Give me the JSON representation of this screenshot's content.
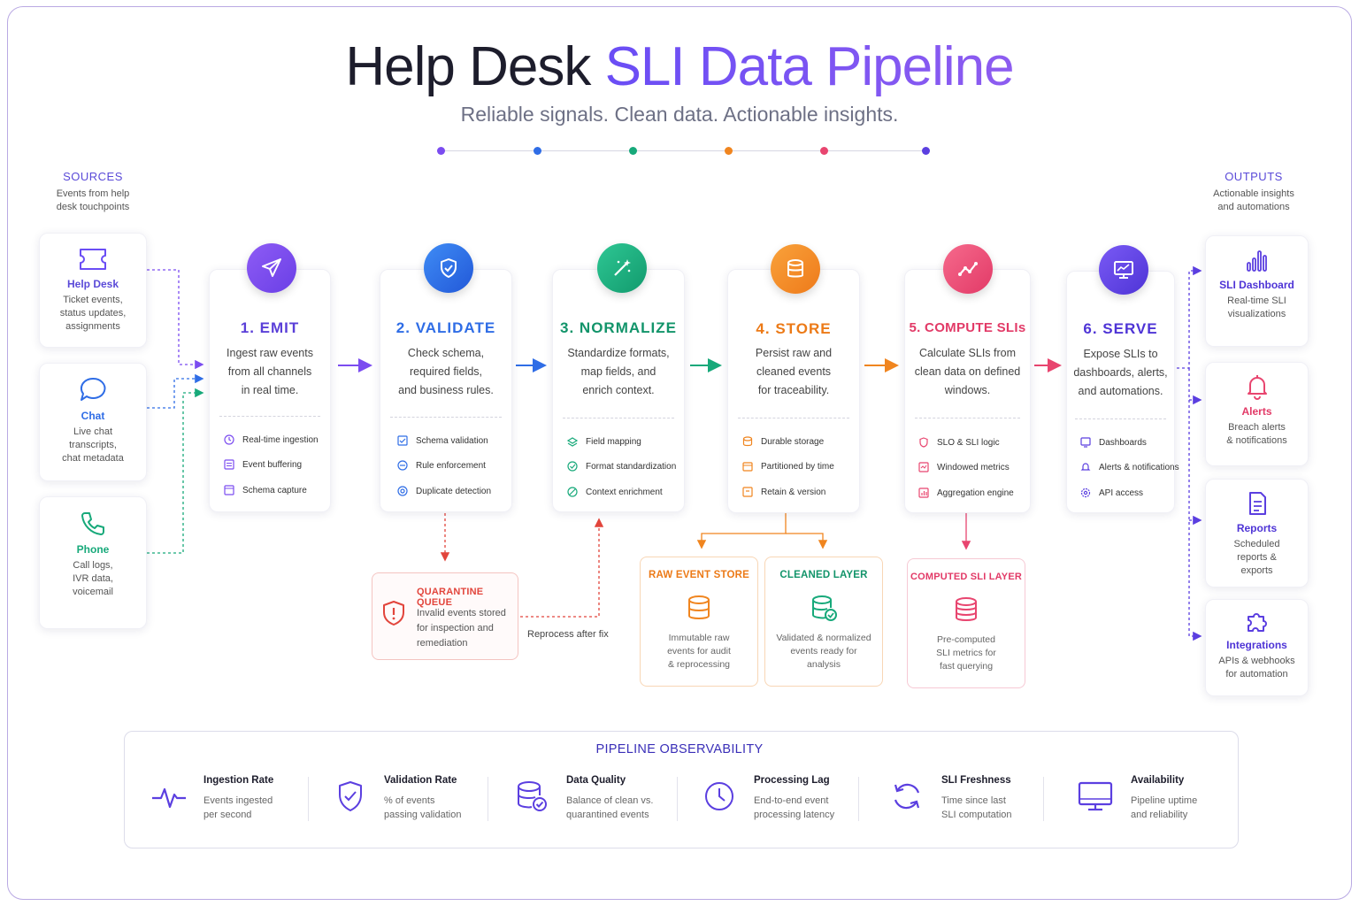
{
  "header": {
    "title_plain": "Help Desk ",
    "title_accent": "SLI Data Pipeline",
    "subtitle": "Reliable signals. Clean data. Actionable insights."
  },
  "colors": {
    "emit": "#7b4cf0",
    "validate": "#2f6de6",
    "normalize": "#17a97a",
    "store": "#f0851f",
    "compute": "#e8456f",
    "serve": "#5b3fe0",
    "quarantine": "#e2453c",
    "accent": "#5a4ad8"
  },
  "sources": {
    "heading": "SOURCES",
    "subheading_line1": "Events from help",
    "subheading_line2": "desk touchpoints",
    "items": [
      {
        "name": "Help Desk",
        "icon": "ticket-icon",
        "line1": "Ticket events,",
        "line2": "status updates,",
        "line3": "assignments"
      },
      {
        "name": "Chat",
        "icon": "chat-bubble-icon",
        "line1": "Live chat",
        "line2": "transcripts,",
        "line3": "chat metadata"
      },
      {
        "name": "Phone",
        "icon": "phone-icon",
        "line1": "Call logs,",
        "line2": "IVR data,",
        "line3": "voicemail"
      }
    ]
  },
  "stages": [
    {
      "title": "1. EMIT",
      "icon": "paper-plane-icon",
      "desc1": "Ingest raw events",
      "desc2": "from all channels",
      "desc3": "in real time.",
      "features": [
        "Real-time ingestion",
        "Event buffering",
        "Schema capture"
      ]
    },
    {
      "title": "2. VALIDATE",
      "icon": "shield-check-icon",
      "desc1": "Check schema,",
      "desc2": "required fields,",
      "desc3": "and business rules.",
      "features": [
        "Schema validation",
        "Rule enforcement",
        "Duplicate detection"
      ]
    },
    {
      "title": "3. NORMALIZE",
      "icon": "magic-wand-icon",
      "desc1": "Standardize formats,",
      "desc2": "map fields, and",
      "desc3": "enrich context.",
      "features": [
        "Field mapping",
        "Format standardization",
        "Context enrichment"
      ]
    },
    {
      "title": "4. STORE",
      "icon": "database-icon",
      "desc1": "Persist raw and",
      "desc2": "cleaned events",
      "desc3": "for traceability.",
      "features": [
        "Durable storage",
        "Partitioned by time",
        "Retain & version"
      ]
    },
    {
      "title": "5. COMPUTE SLIs",
      "icon": "trend-line-icon",
      "desc1": "Calculate SLIs from",
      "desc2": "clean data on defined",
      "desc3": "windows.",
      "features": [
        "SLO & SLI logic",
        "Windowed metrics",
        "Aggregation engine"
      ]
    },
    {
      "title": "6. SERVE",
      "icon": "monitor-chart-icon",
      "desc1": "Expose SLIs to",
      "desc2": "dashboards, alerts,",
      "desc3": "and automations.",
      "features": [
        "Dashboards",
        "Alerts & notifications",
        "API access"
      ]
    }
  ],
  "quarantine": {
    "title": "QUARANTINE QUEUE",
    "line1": "Invalid events stored",
    "line2": "for inspection and",
    "line3": "remediation",
    "reprocess_label": "Reprocess after fix"
  },
  "layers": [
    {
      "title": "RAW EVENT STORE",
      "icon": "database-icon",
      "line1": "Immutable raw",
      "line2": "events for audit",
      "line3": "& reprocessing"
    },
    {
      "title": "CLEANED LAYER",
      "icon": "database-check-icon",
      "line1": "Validated & normalized",
      "line2": "events ready for",
      "line3": "analysis"
    },
    {
      "title": "COMPUTED SLI LAYER",
      "icon": "database-stack-icon",
      "line1": "Pre-computed",
      "line2": "SLI metrics for",
      "line3": "fast querying"
    }
  ],
  "outputs": {
    "heading": "OUTPUTS",
    "subheading_line1": "Actionable insights",
    "subheading_line2": "and automations",
    "items": [
      {
        "name": "SLI Dashboard",
        "icon": "bar-chart-icon",
        "line1": "Real-time SLI",
        "line2": "visualizations",
        "line3": ""
      },
      {
        "name": "Alerts",
        "icon": "bell-icon",
        "line1": "Breach alerts",
        "line2": "& notifications",
        "line3": ""
      },
      {
        "name": "Reports",
        "icon": "document-icon",
        "line1": "Scheduled",
        "line2": "reports &",
        "line3": "exports"
      },
      {
        "name": "Integrations",
        "icon": "puzzle-icon",
        "line1": "APIs & webhooks",
        "line2": "for automation",
        "line3": ""
      }
    ]
  },
  "observability": {
    "title": "PIPELINE OBSERVABILITY",
    "metrics": [
      {
        "name": "Ingestion Rate",
        "icon": "pulse-icon",
        "line1": "Events ingested",
        "line2": "per second"
      },
      {
        "name": "Validation Rate",
        "icon": "shield-check-icon",
        "line1": "% of events",
        "line2": "passing validation"
      },
      {
        "name": "Data Quality",
        "icon": "database-check-icon",
        "line1": "Balance of clean vs.",
        "line2": "quarantined events"
      },
      {
        "name": "Processing Lag",
        "icon": "clock-icon",
        "line1": "End-to-end event",
        "line2": "processing latency"
      },
      {
        "name": "SLI Freshness",
        "icon": "refresh-icon",
        "line1": "Time since last",
        "line2": "SLI computation"
      },
      {
        "name": "Availability",
        "icon": "monitor-icon",
        "line1": "Pipeline uptime",
        "line2": "and reliability"
      }
    ]
  }
}
